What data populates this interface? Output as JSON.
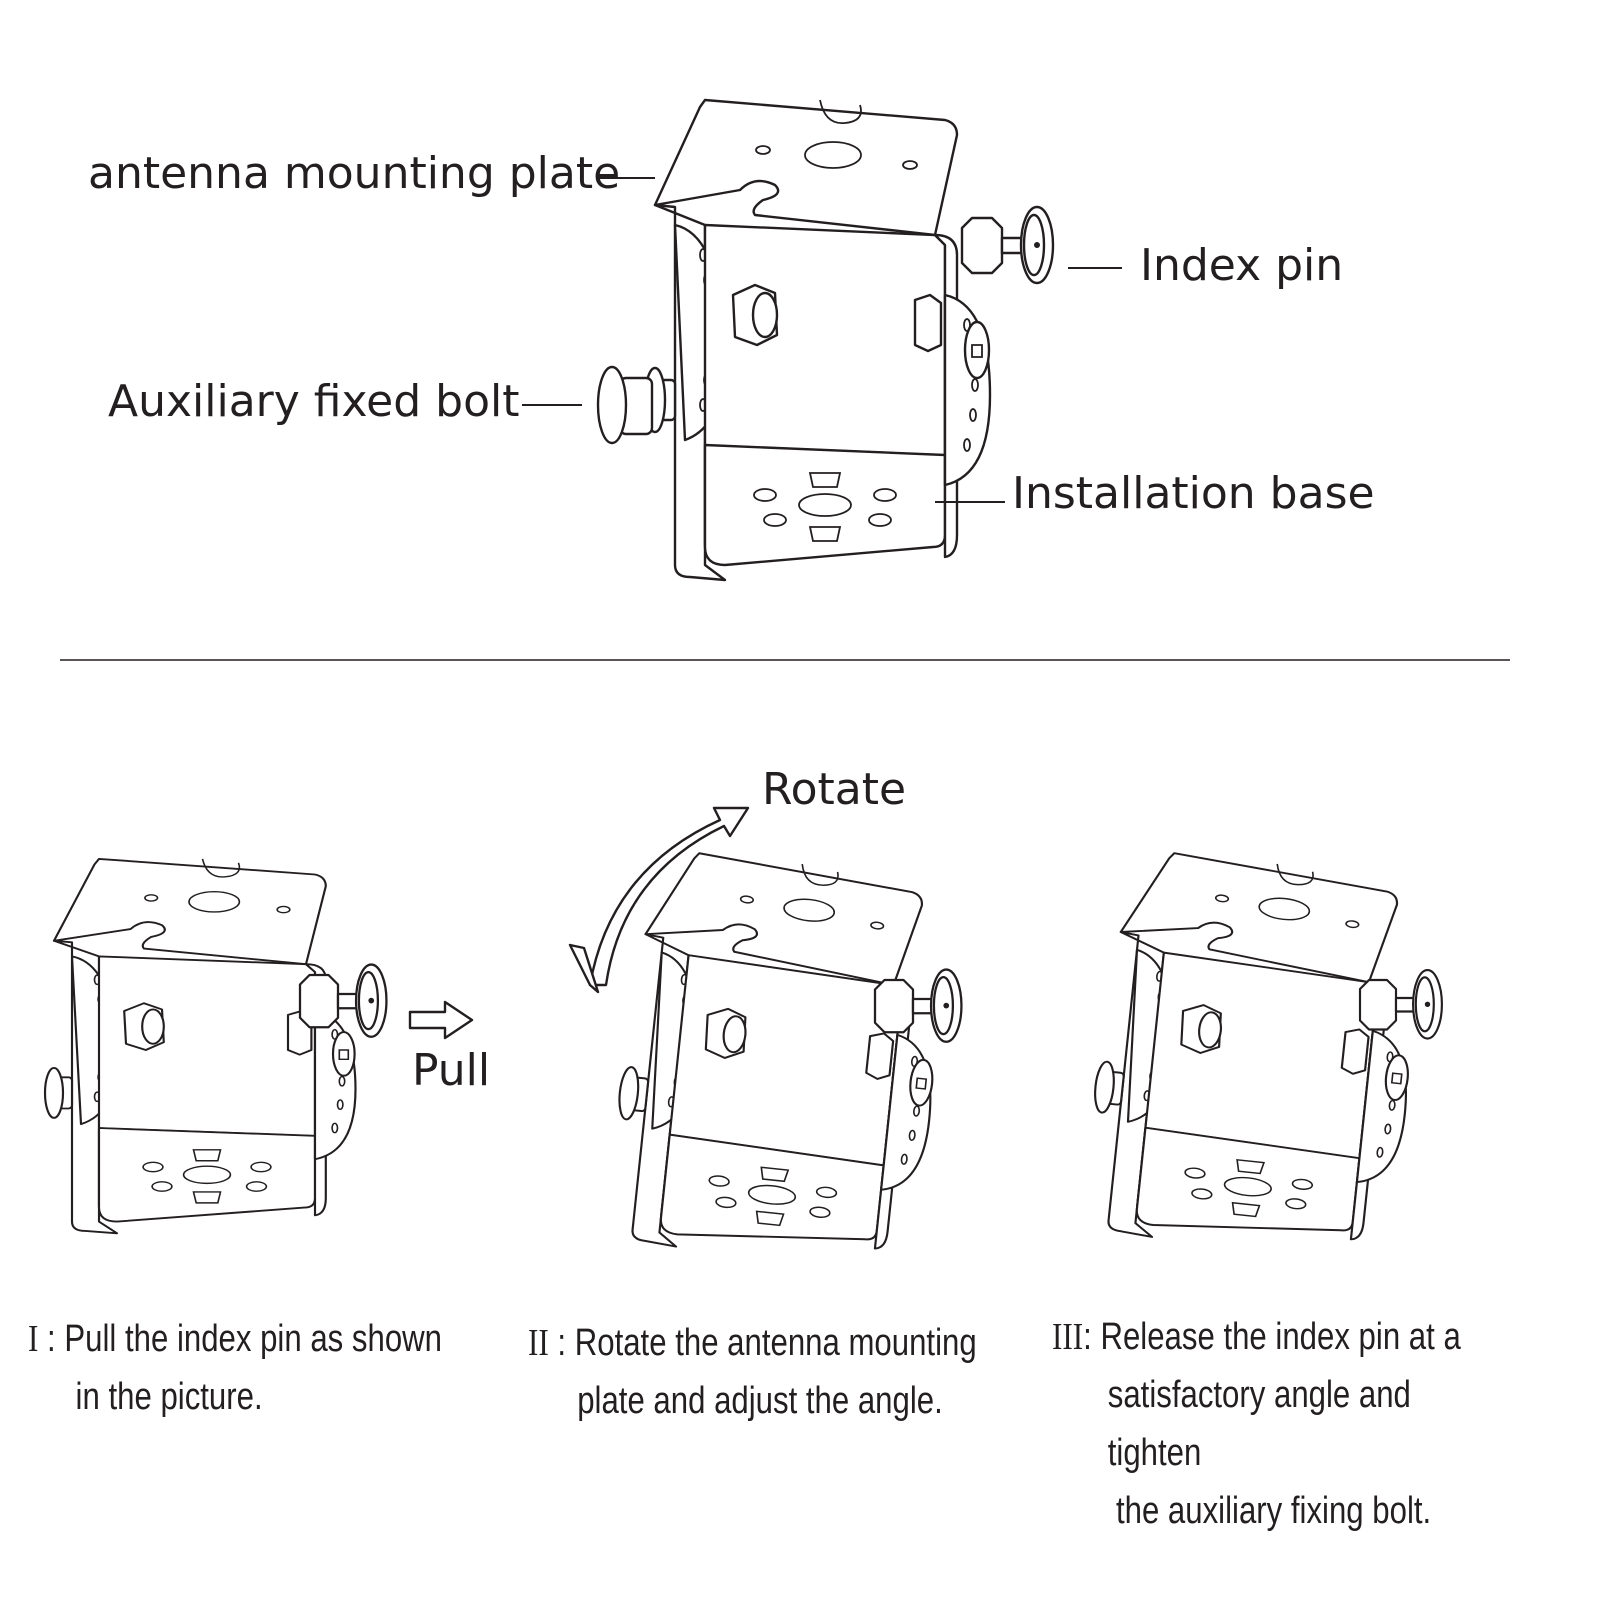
{
  "callouts": {
    "mounting_plate": "antenna mounting plate",
    "index_pin": "Index pin",
    "aux_bolt": "Auxiliary fixed bolt",
    "base": "Installation base"
  },
  "actions": {
    "pull": "Pull",
    "rotate": "Rotate"
  },
  "steps": [
    {
      "num": "I",
      "sep": ":",
      "lines": [
        "Pull the index pin as shown",
        "in the picture."
      ]
    },
    {
      "num": "II",
      "sep": ":",
      "lines": [
        "Rotate the antenna mounting",
        "plate and adjust the angle."
      ]
    },
    {
      "num": "III",
      "sep": ":",
      "lines": [
        "Release the index pin at a",
        "satisfactory angle and tighten",
        "the auxiliary fixing bolt."
      ]
    }
  ],
  "colors": {
    "ink": "#231f20",
    "background": "#ffffff"
  }
}
